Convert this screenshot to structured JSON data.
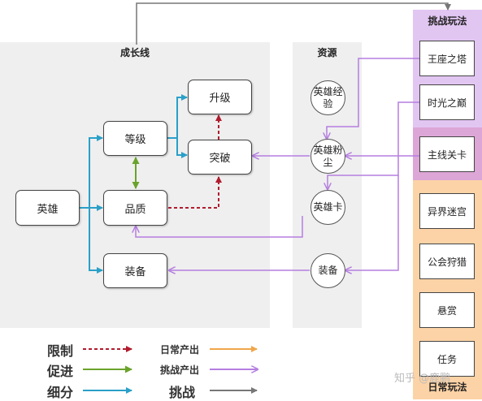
{
  "panels": {
    "growth_title": "成长线",
    "resource_title": "资源",
    "challenge_title": "挑战玩法",
    "daily_title": "日常玩法"
  },
  "growth_nodes": {
    "hero": "英雄",
    "level": "等级",
    "quality": "品质",
    "equipment": "装备",
    "upgrade": "升级",
    "breakthrough": "突破"
  },
  "resource_nodes": {
    "hero_exp": "英雄经验",
    "hero_dust": "英雄粉尘",
    "hero_card": "英雄卡",
    "equipment": "装备"
  },
  "challenge_nodes": {
    "throne_tower": "王座之塔",
    "time_peak": "时光之巅",
    "main_stage": "主线关卡"
  },
  "daily_nodes": {
    "otherworld_maze": "异界迷宫",
    "guild_hunt": "公会狩猎",
    "bounty": "悬赏",
    "quest": "任务"
  },
  "legend": {
    "limit": "限制",
    "promote": "促进",
    "subdivide": "细分",
    "daily_output": "日常产出",
    "challenge_output": "挑战产出",
    "challenge": "挑战"
  },
  "watermark": "知乎 @鹿鹏",
  "colors": {
    "limit": "#b01c2e",
    "promote": "#6aa32a",
    "subdivide": "#2aa0c8",
    "daily_output": "#f0a64a",
    "challenge_output": "#b57ee0",
    "challenge": "#777777",
    "challenge_panel": "#e2c6f2",
    "main_panel": "#dca6d6",
    "daily_panel": "#fcd3a6",
    "grey_panel": "#efefef"
  }
}
